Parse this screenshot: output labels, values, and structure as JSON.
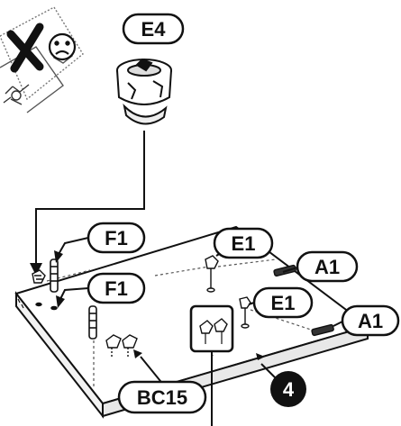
{
  "labels": {
    "e4": "E4",
    "f1_upper": "F1",
    "f1_lower": "F1",
    "e1_upper": "E1",
    "e1_lower": "E1",
    "a1_upper": "A1",
    "a1_lower": "A1",
    "bc15": "BC15"
  },
  "step": {
    "number": "4"
  },
  "icons": {
    "wrong": "x-mark-icon",
    "sad": "sad-face-icon"
  },
  "colors": {
    "ink": "#111111",
    "paper": "#ffffff"
  }
}
